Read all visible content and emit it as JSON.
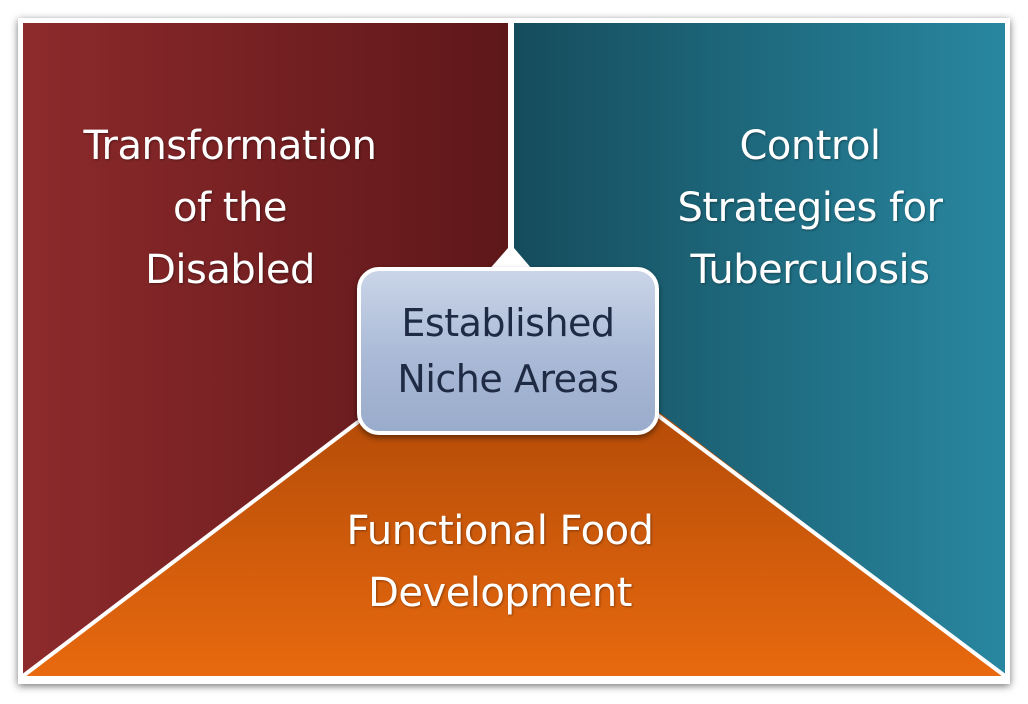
{
  "quadrants": {
    "left": {
      "label": "Transformation\nof the\nDisabled",
      "color": "#7f2424"
    },
    "right": {
      "label": "Control\nStrategies for\nTuberculosis",
      "color": "#1e5f72"
    },
    "bottom": {
      "label": "Functional Food\nDevelopment",
      "color": "#d55d10"
    }
  },
  "center": {
    "label": "Established\nNiche Areas",
    "color": "#b2c1dd"
  }
}
